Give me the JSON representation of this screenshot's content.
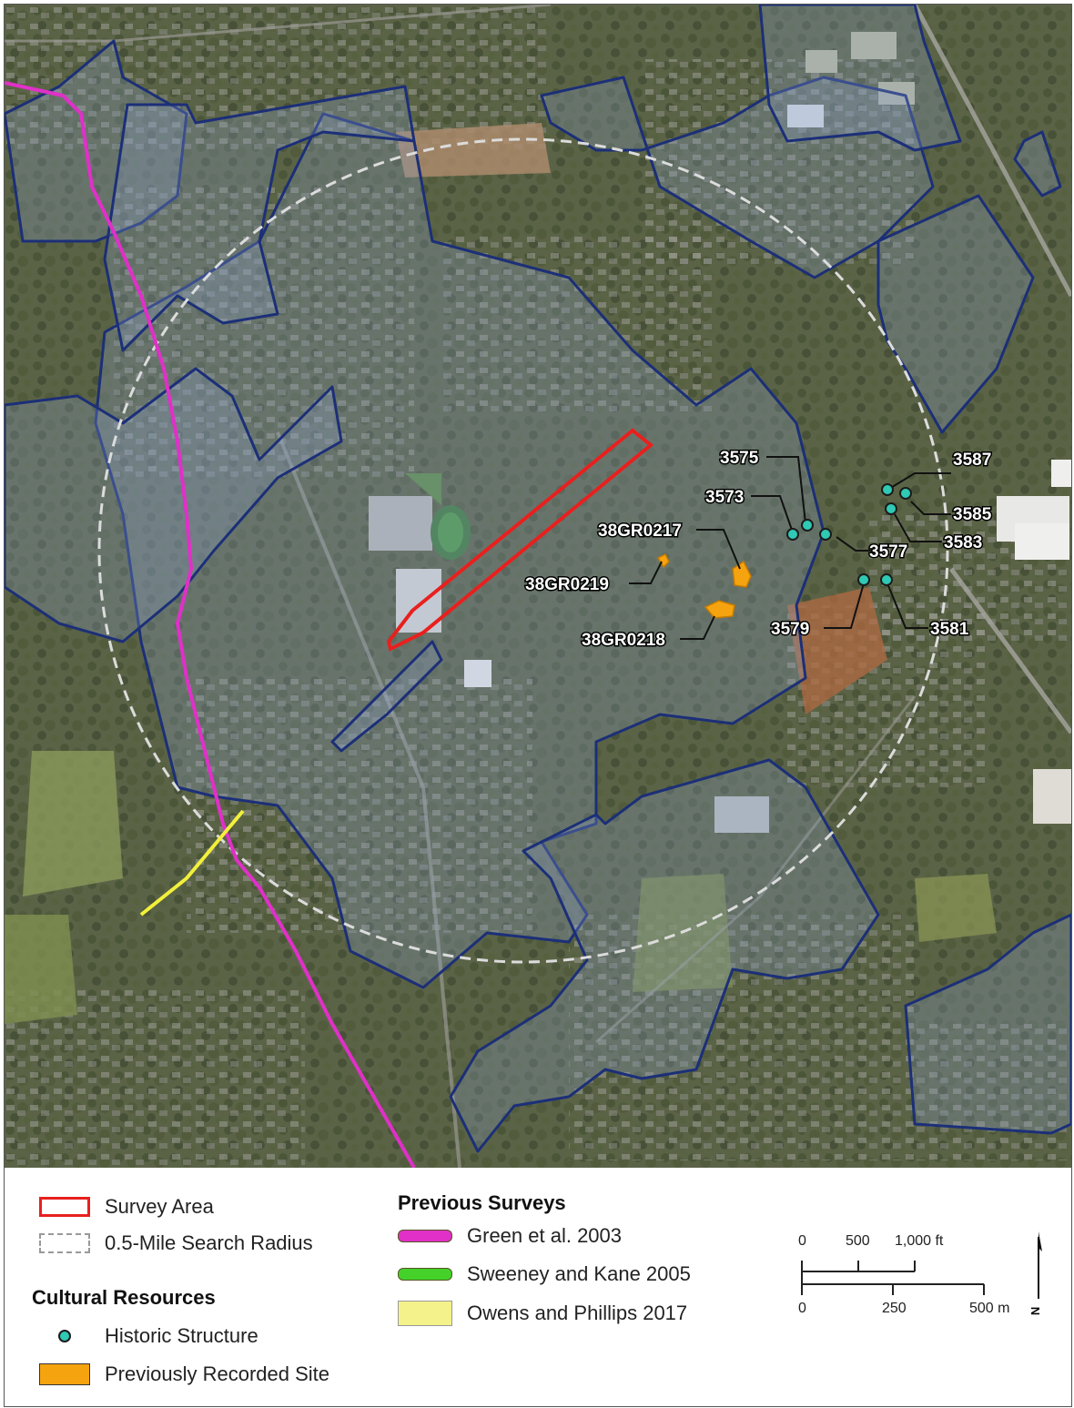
{
  "map": {
    "historic_structures": [
      {
        "id": "3575"
      },
      {
        "id": "3573"
      },
      {
        "id": "3577"
      },
      {
        "id": "3587"
      },
      {
        "id": "3585"
      },
      {
        "id": "3583"
      },
      {
        "id": "3579"
      },
      {
        "id": "3581"
      }
    ],
    "recorded_sites": [
      {
        "id": "38GR0217"
      },
      {
        "id": "38GR0219"
      },
      {
        "id": "38GR0218"
      }
    ],
    "colors": {
      "survey_area": "#e8201e",
      "search_radius": "#d8d8d8",
      "green_2003": "#e030c8",
      "sweeney_2005": "#44d22a",
      "owens_2017": "#f2f03a",
      "boundary": "#1c2f78",
      "site_fill": "#f5a30f",
      "structure_fill": "#2fc9b4"
    }
  },
  "legend": {
    "survey_area": "Survey Area",
    "search_radius": "0.5-Mile Search Radius",
    "cultural_resources_heading": "Cultural Resources",
    "historic_structure": "Historic Structure",
    "previously_recorded_site": "Previously Recorded Site",
    "previous_surveys_heading": "Previous Surveys",
    "green_2003": "Green et al. 2003",
    "sweeney_2005": "Sweeney and Kane 2005",
    "owens_2017": "Owens and Phillips 2017"
  },
  "scale_bar": {
    "ft_ticks": [
      "0",
      "500",
      "1,000 ft"
    ],
    "m_ticks": [
      "0",
      "250",
      "500 m"
    ],
    "north_label": "N"
  }
}
